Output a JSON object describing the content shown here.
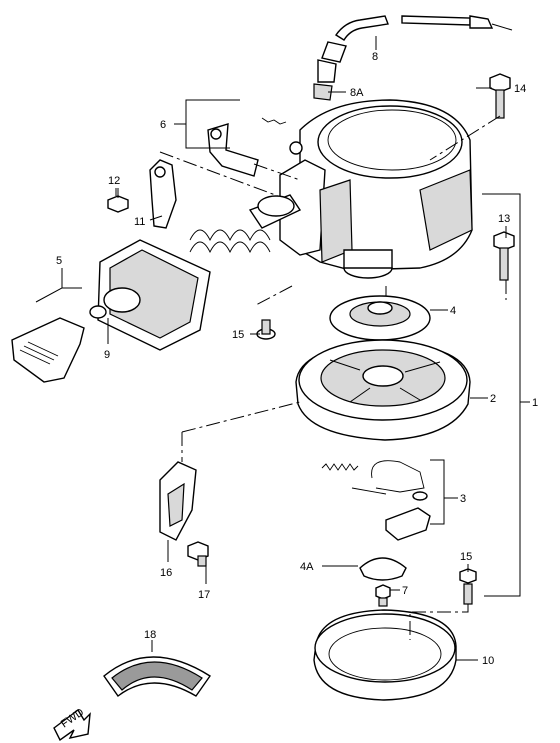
{
  "diagram": {
    "callouts": {
      "p1": "1",
      "p2": "2",
      "p3": "3",
      "p4": "4",
      "p4a": "4A",
      "p5": "5",
      "p6": "6",
      "p7": "7",
      "p8": "8",
      "p8a": "8A",
      "p9": "9",
      "p10": "10",
      "p11": "11",
      "p12": "12",
      "p13": "13",
      "p14": "14",
      "p15a": "15",
      "p15b": "15",
      "p16": "16",
      "p17": "17",
      "p18": "18"
    },
    "fwd_label": "FWD"
  }
}
